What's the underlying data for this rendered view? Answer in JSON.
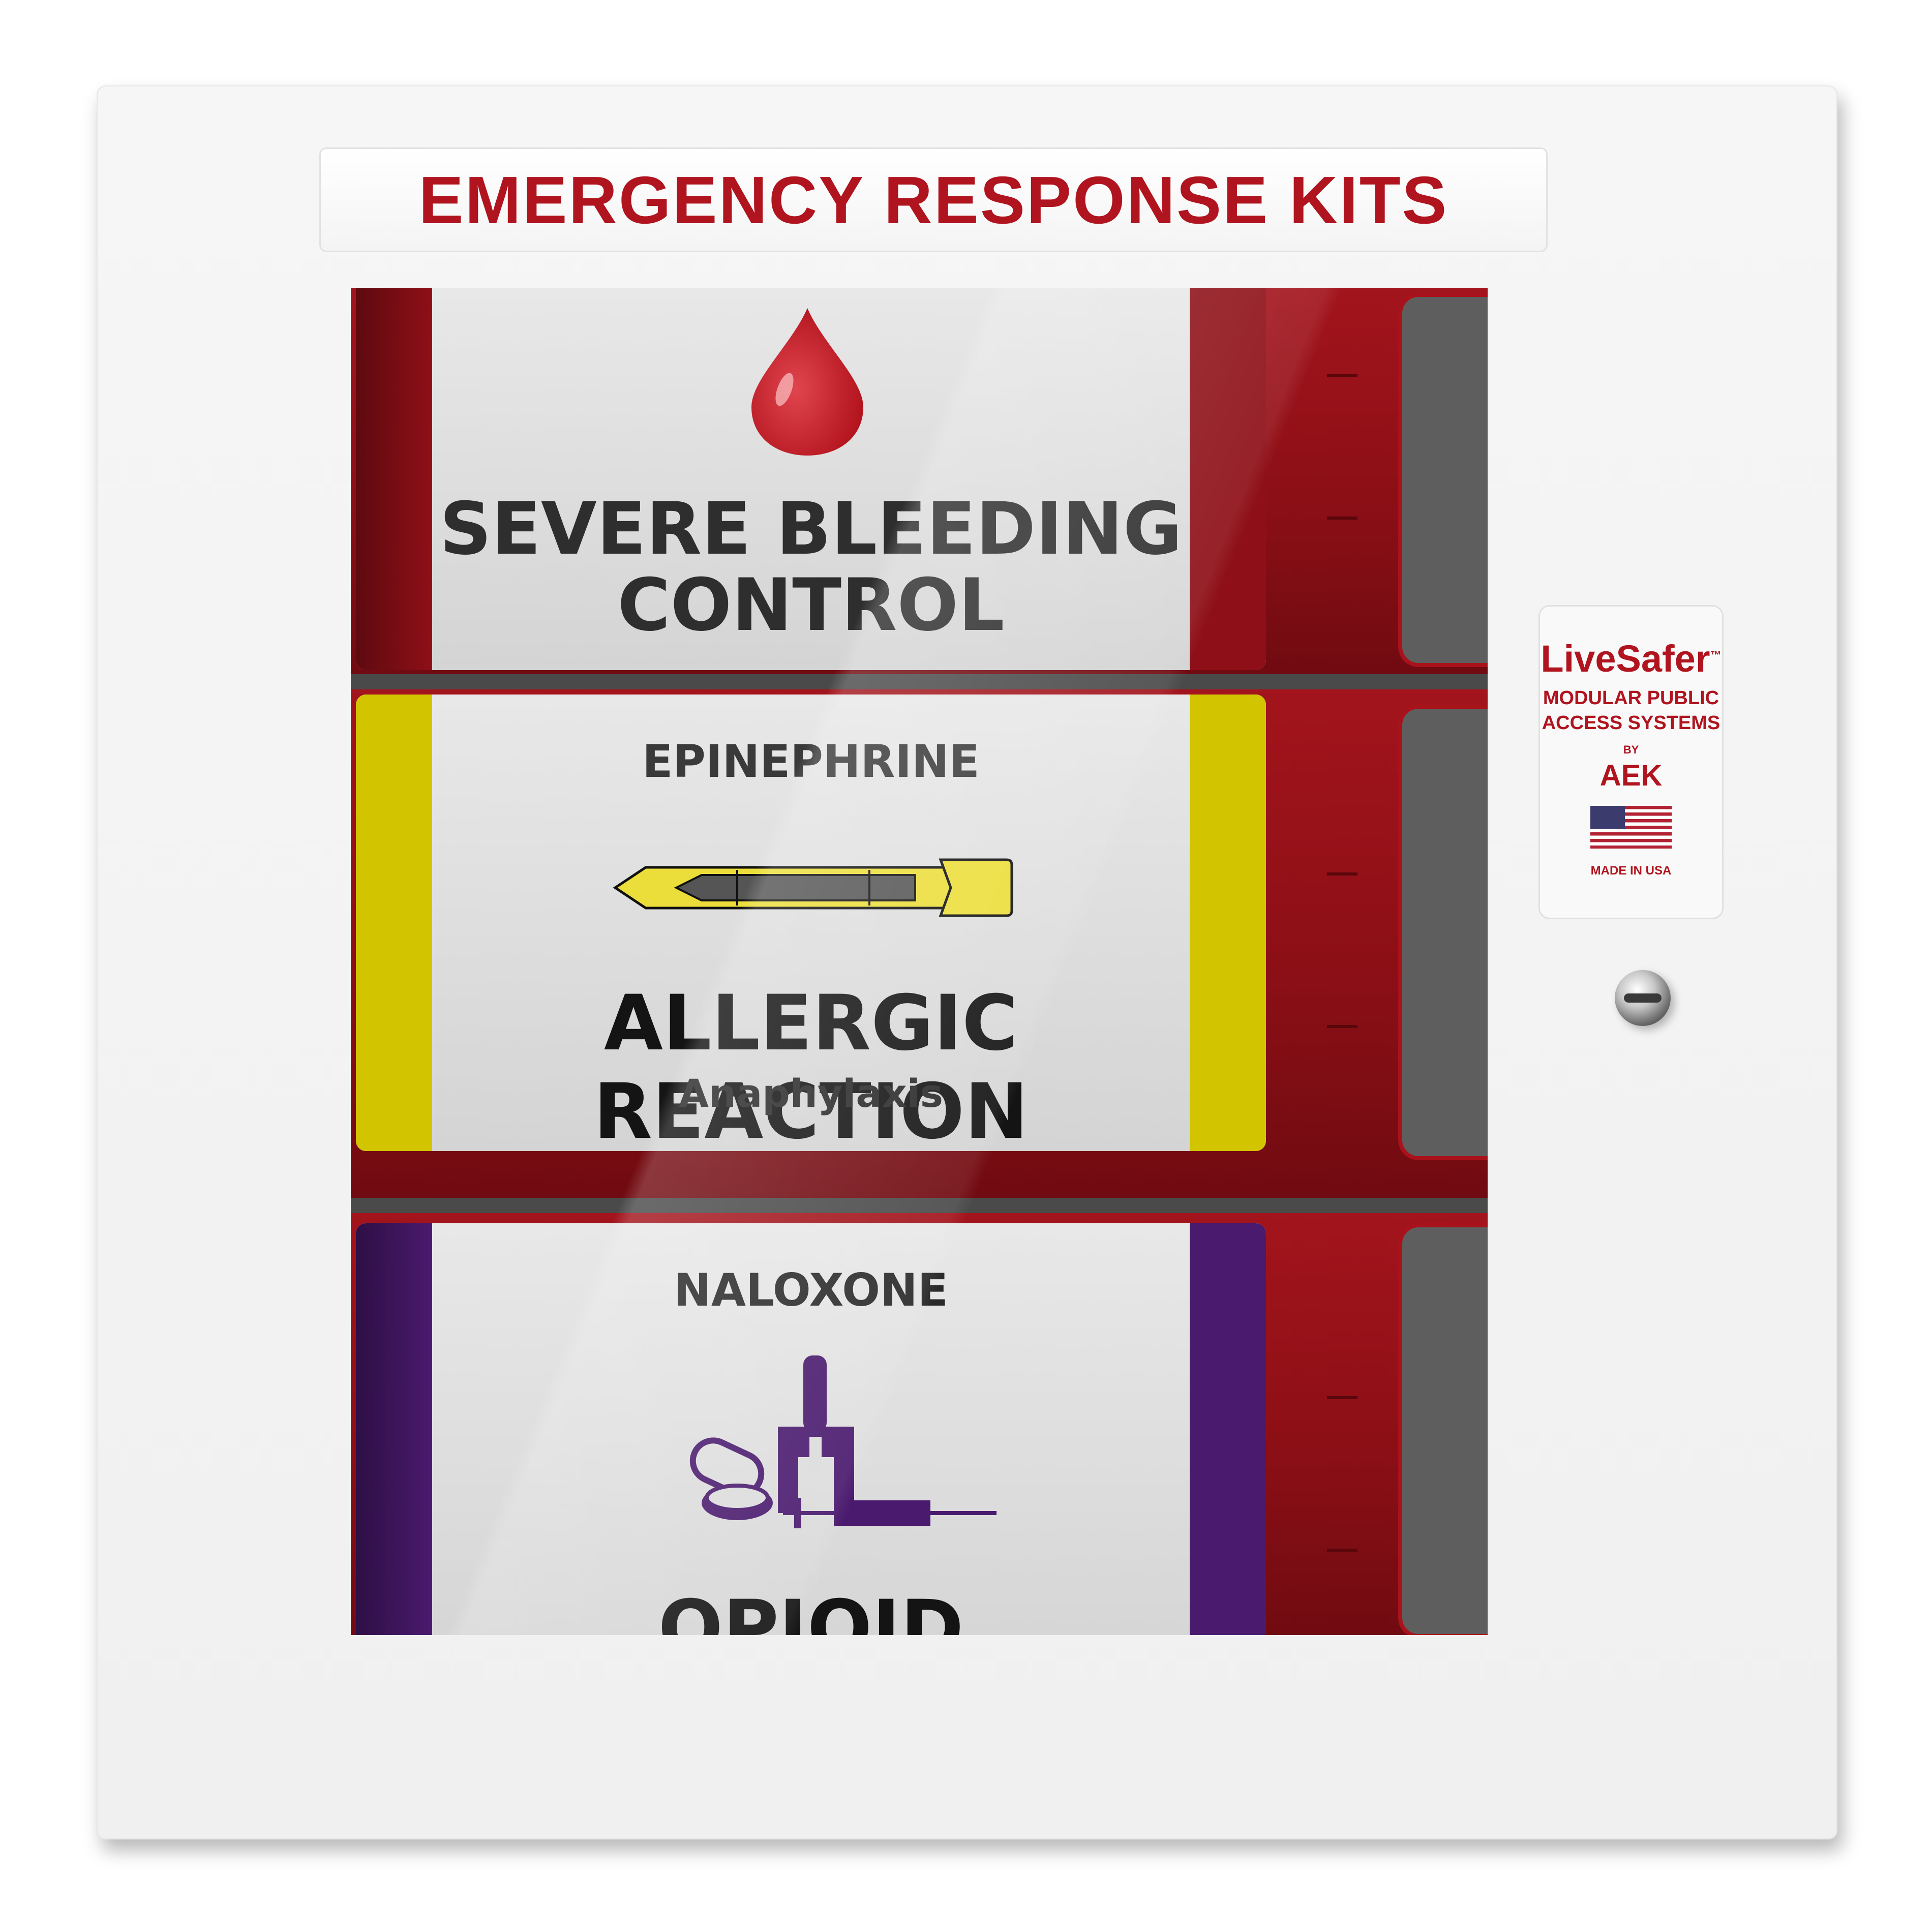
{
  "header": {
    "title": "EMERGENCY RESPONSE KITS"
  },
  "kits": [
    {
      "category": "",
      "title_line1": "SEVERE BLEEDING",
      "title_line2": "CONTROL",
      "subtitle": "",
      "stripe_color": "#8e0f17",
      "icon": "blood-drop-icon"
    },
    {
      "category": "EPINEPHRINE",
      "title_line1": "ALLERGIC REACTION",
      "title_line2": "",
      "subtitle": "Anaphylaxis",
      "stripe_color": "#d3c400",
      "icon": "epinephrine-pen-icon"
    },
    {
      "category": "NALOXONE",
      "title_line1": "OPIOID OVERDOSE",
      "title_line2": "",
      "subtitle": "",
      "stripe_color": "#4a1a6e",
      "icon": "naloxone-icon"
    }
  ],
  "brand": {
    "name": "LiveSafer",
    "tm": "™",
    "line1": "MODULAR PUBLIC",
    "line2": "ACCESS SYSTEMS",
    "by": "BY",
    "maker": "AEK",
    "origin": "MADE IN USA",
    "flag_icon": "us-flag-icon"
  },
  "colors": {
    "accent_red": "#b0141e",
    "tray_red": "#9a131b",
    "cabinet_white": "#f2f2f2"
  },
  "lock_icon": "key-lock-icon"
}
